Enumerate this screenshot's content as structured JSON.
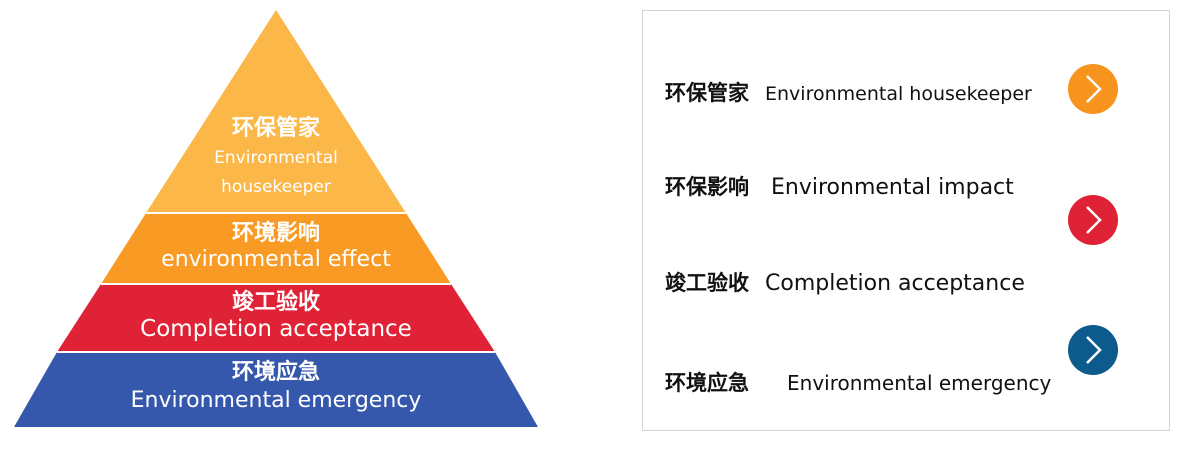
{
  "pyramid": {
    "levels": [
      {
        "zh": "环保管家",
        "en_line1": "Environmental",
        "en_line2": "housekeeper",
        "color": "#FBB748"
      },
      {
        "zh": "环境影响",
        "en": "environmental effect",
        "color": "#F89A24"
      },
      {
        "zh": "竣工验收",
        "en": "Completion acceptance",
        "color": "#E02236"
      },
      {
        "zh": "环境应急",
        "en": "Environmental emergency",
        "color": "#3558AC"
      }
    ]
  },
  "panel": {
    "items": [
      {
        "zh": "环保管家",
        "en": "Environmental housekeeper"
      },
      {
        "zh": "环保影响",
        "en": "Environmental impact"
      },
      {
        "zh": "竣工验收",
        "en": "Completion acceptance"
      },
      {
        "zh": "环境应急",
        "en": "Environmental emergency"
      }
    ],
    "arrows": [
      {
        "icon": "chevron-right-icon",
        "color": "#F7941D"
      },
      {
        "icon": "chevron-right-icon",
        "color": "#E02236"
      },
      {
        "icon": "chevron-right-icon",
        "color": "#0D5A8C"
      }
    ]
  }
}
